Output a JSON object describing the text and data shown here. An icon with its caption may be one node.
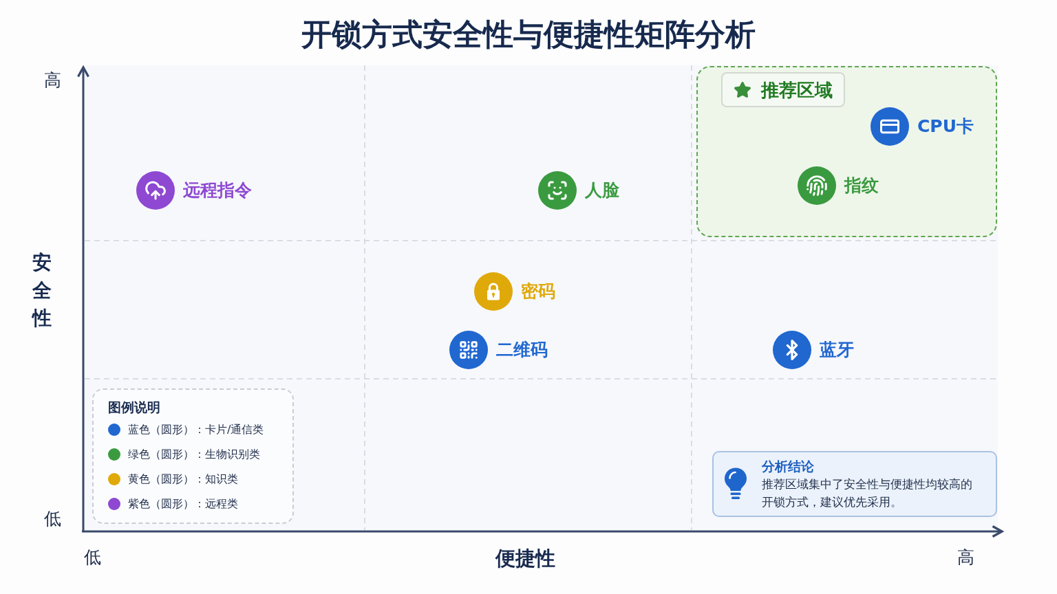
{
  "diagram": {
    "title": "开锁方式安全性与便捷性矩阵分析",
    "nodes": [
      {
        "text": [
          "推荐区域"
        ]
      },
      {
        "text": [
          "CPU卡"
        ],
        "in": 0
      },
      {
        "text": [
          "远程指令"
        ]
      },
      {
        "text": [
          "人脸"
        ]
      },
      {
        "text": [
          "指纹"
        ],
        "in": 0
      },
      {
        "text": [
          "密码"
        ]
      },
      {
        "text": [
          "二维码"
        ]
      },
      {
        "text": [
          "蓝牙"
        ]
      },
      {
        "text": [
          "分析结论",
          "推荐区域集中了安全性与便捷性均较高的开锁方式，建议优先采用。"
        ]
      }
    ],
    "labels": [
      "高",
      "安全性",
      "图例说明",
      "低",
      "低",
      "便捷性",
      "高"
    ],
    "legend": [
      {
        "text": "蓝色（圆形）：卡片/通信类",
        "color": "#2067d0"
      },
      {
        "text": "绿色（圆形）：生物识别类",
        "color": "#3a9a3f"
      },
      {
        "text": "黄色（圆形）：知识类",
        "color": "#e0a90a"
      },
      {
        "text": "紫色（圆形）：远程类",
        "color": "#8e48d2"
      }
    ]
  }
}
